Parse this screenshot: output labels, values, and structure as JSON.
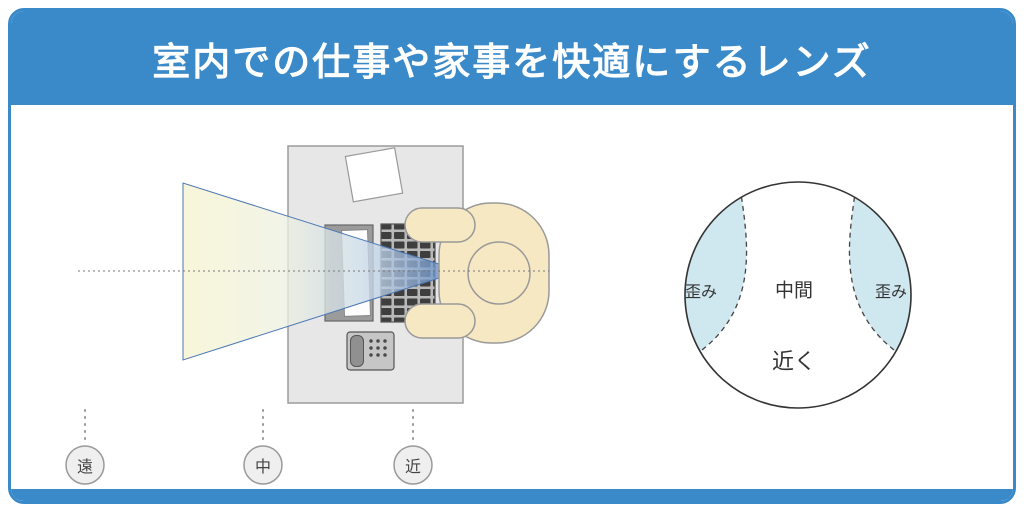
{
  "header": {
    "title": "室内での仕事や家事を快適にするレンズ"
  },
  "scene": {
    "distance_markers": [
      {
        "label": "遠"
      },
      {
        "label": "中"
      },
      {
        "label": "近"
      }
    ]
  },
  "lens": {
    "zones": {
      "left_distortion": "歪み",
      "right_distortion": "歪み",
      "intermediate": "中間",
      "near": "近く"
    }
  },
  "colors": {
    "frame_blue": "#3a89c9",
    "lens_zone_blue": "#cfe7ef",
    "cone_yellow": "#f6f3cf",
    "cone_blue": "#4d7cbe",
    "person_skin": "#f7e8c4",
    "desk_gray": "#e7e7e7"
  }
}
